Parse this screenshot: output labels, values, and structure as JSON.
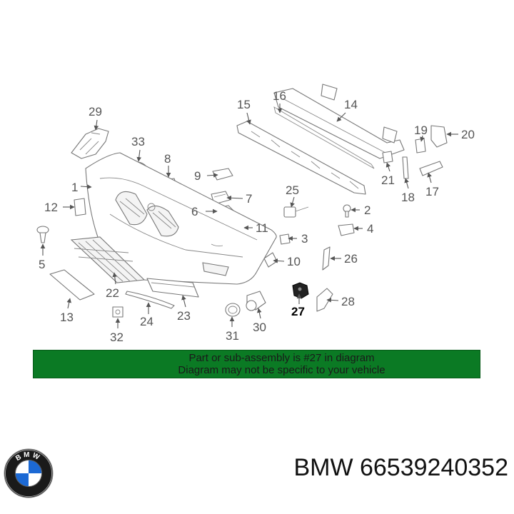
{
  "diagram": {
    "callouts": [
      "1",
      "2",
      "3",
      "4",
      "5",
      "6",
      "7",
      "8",
      "9",
      "10",
      "11",
      "12",
      "13",
      "14",
      "15",
      "16",
      "17",
      "18",
      "19",
      "20",
      "21",
      "22",
      "23",
      "24",
      "25",
      "26",
      "27",
      "28",
      "29",
      "30",
      "31",
      "32",
      "33"
    ],
    "highlighted_callout": "27"
  },
  "notice": {
    "line1": "Part or sub-assembly is #27 in diagram",
    "line2": "Diagram may not be specific to your vehicle",
    "background_color": "#0b7a24"
  },
  "footer": {
    "brand": "BMW",
    "part_number": "66539240352",
    "display_text": "BMW 66539240352",
    "logo_letters": "BMW",
    "logo_colors": {
      "blue": "#1c69d4",
      "white": "#ffffff",
      "ring": "#111111"
    }
  }
}
